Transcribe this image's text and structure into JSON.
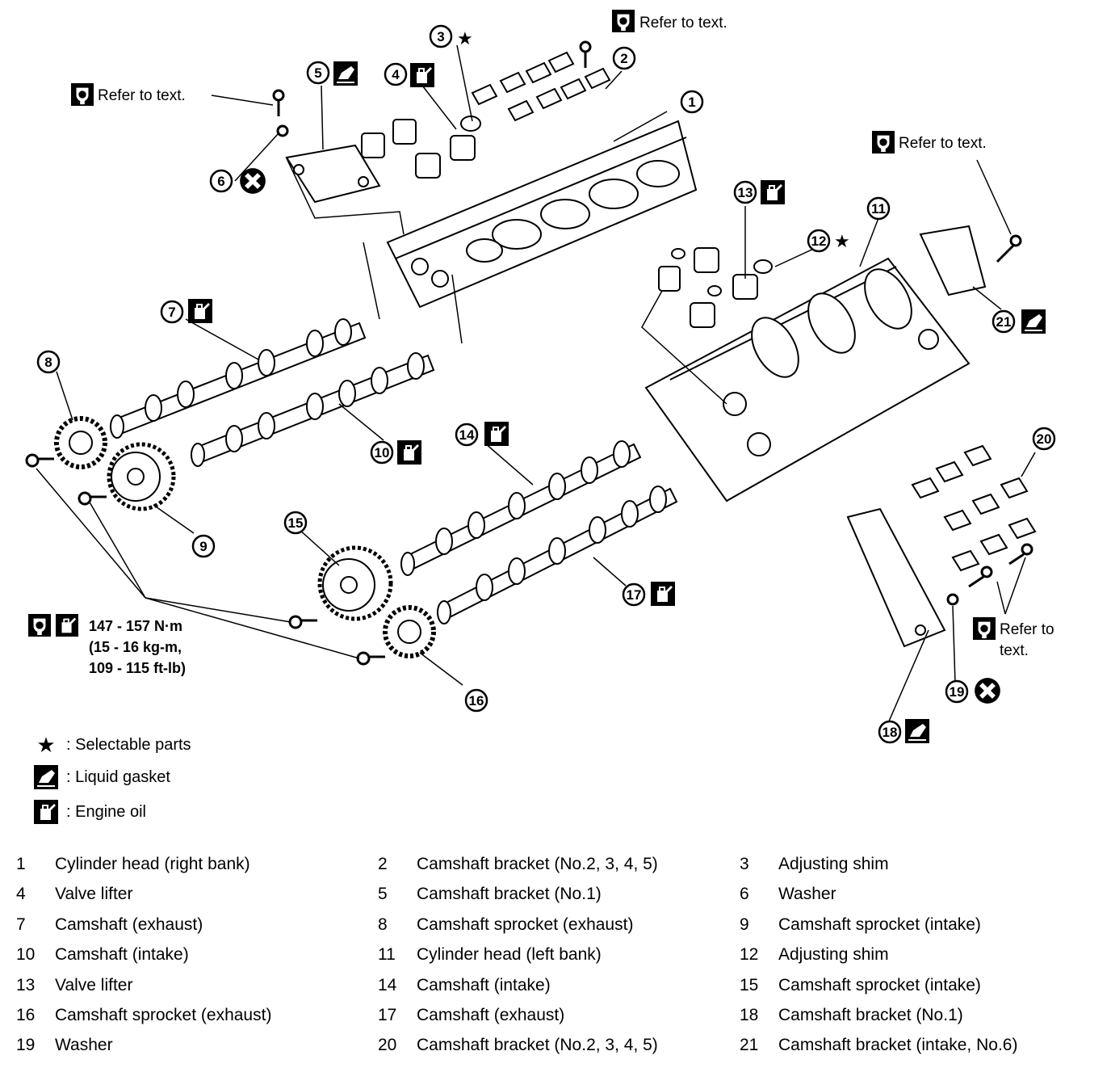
{
  "callouts": {
    "refer_text": "Refer to text.",
    "refer_text_split": [
      "Refer to",
      "text."
    ],
    "torque_lines": [
      "147 - 157 N·m",
      "(15 - 16 kg-m,",
      "109 - 115 ft-lb)"
    ]
  },
  "markers": [
    "1",
    "2",
    "3",
    "4",
    "5",
    "6",
    "7",
    "8",
    "9",
    "10",
    "11",
    "12",
    "13",
    "14",
    "15",
    "16",
    "17",
    "18",
    "19",
    "20",
    "21"
  ],
  "legend": [
    {
      "icon": "star-icon",
      "label": ": Selectable parts"
    },
    {
      "icon": "liquid-gasket-icon",
      "label": ": Liquid gasket"
    },
    {
      "icon": "engine-oil-icon",
      "label": ": Engine oil"
    }
  ],
  "parts": [
    {
      "num": "1",
      "name": "Cylinder head (right bank)"
    },
    {
      "num": "2",
      "name": "Camshaft bracket (No.2, 3, 4, 5)"
    },
    {
      "num": "3",
      "name": "Adjusting shim"
    },
    {
      "num": "4",
      "name": "Valve lifter"
    },
    {
      "num": "5",
      "name": "Camshaft bracket (No.1)"
    },
    {
      "num": "6",
      "name": "Washer"
    },
    {
      "num": "7",
      "name": "Camshaft (exhaust)"
    },
    {
      "num": "8",
      "name": "Camshaft sprocket (exhaust)"
    },
    {
      "num": "9",
      "name": "Camshaft sprocket (intake)"
    },
    {
      "num": "10",
      "name": "Camshaft (intake)"
    },
    {
      "num": "11",
      "name": "Cylinder head (left bank)"
    },
    {
      "num": "12",
      "name": "Adjusting shim"
    },
    {
      "num": "13",
      "name": "Valve lifter"
    },
    {
      "num": "14",
      "name": "Camshaft (intake)"
    },
    {
      "num": "15",
      "name": "Camshaft sprocket (intake)"
    },
    {
      "num": "16",
      "name": "Camshaft sprocket (exhaust)"
    },
    {
      "num": "17",
      "name": "Camshaft (exhaust)"
    },
    {
      "num": "18",
      "name": "Camshaft bracket (No.1)"
    },
    {
      "num": "19",
      "name": "Washer"
    },
    {
      "num": "20",
      "name": "Camshaft bracket (No.2, 3, 4, 5)"
    },
    {
      "num": "21",
      "name": "Camshaft bracket (intake, No.6)"
    }
  ]
}
